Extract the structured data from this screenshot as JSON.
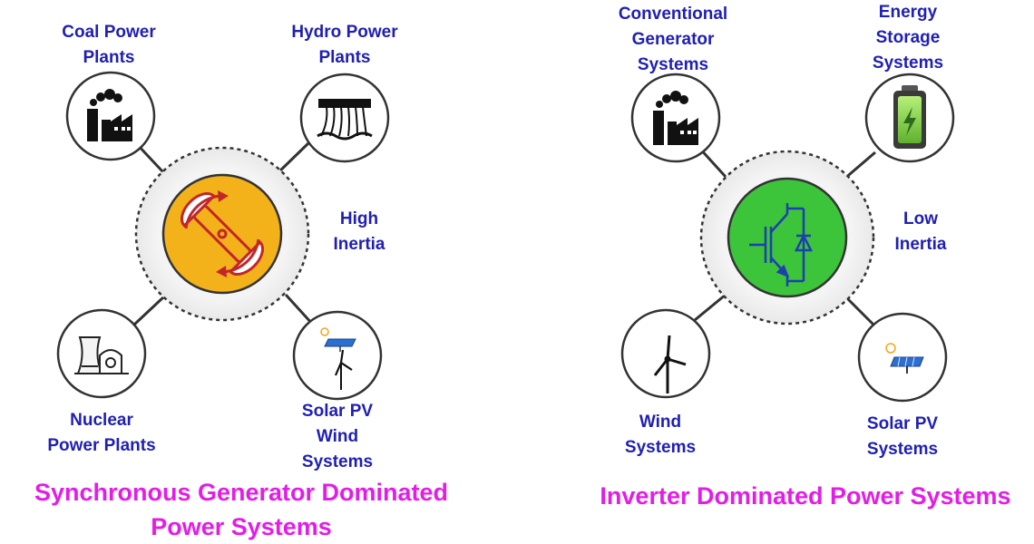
{
  "colors": {
    "label": "#1f1fb4",
    "title": "#e21ee6",
    "synchronous_core": "#f3b21a",
    "inverter_core": "#3cc43a",
    "icon_stroke": "#222222"
  },
  "synchronous": {
    "title": [
      "Synchronous Generator Dominated",
      "Power Systems"
    ],
    "inertia": [
      "High",
      "Inertia"
    ],
    "nodes": [
      {
        "lines": [
          "Coal Power",
          "Plants"
        ],
        "icon": "factory-icon"
      },
      {
        "lines": [
          "Hydro Power",
          "Plants"
        ],
        "icon": "dam-icon"
      },
      {
        "lines": [
          "Nuclear",
          "Power Plants"
        ],
        "icon": "nuclear-plant-icon"
      },
      {
        "lines": [
          "Solar PV",
          "Wind",
          "Systems"
        ],
        "icon": "solar-wind-icon"
      }
    ],
    "core_icon": "synchronous-generator-icon"
  },
  "inverter": {
    "title": [
      "Inverter Dominated Power Systems"
    ],
    "inertia": [
      "Low",
      "Inertia"
    ],
    "nodes": [
      {
        "lines": [
          "Conventional",
          "Generator",
          "Systems"
        ],
        "icon": "factory-icon"
      },
      {
        "lines": [
          "Energy",
          "Storage",
          "Systems"
        ],
        "icon": "battery-icon"
      },
      {
        "lines": [
          "Wind",
          "Systems"
        ],
        "icon": "wind-turbine-icon"
      },
      {
        "lines": [
          "Solar PV",
          "Systems"
        ],
        "icon": "solar-panel-icon"
      }
    ],
    "core_icon": "igbt-transistor-icon"
  }
}
